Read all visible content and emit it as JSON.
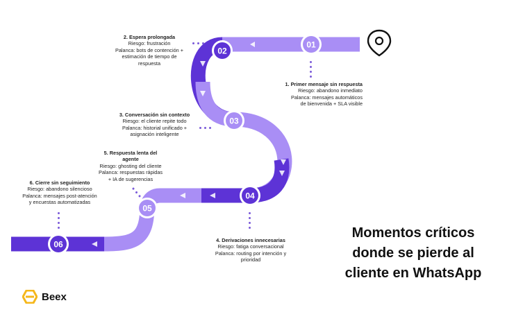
{
  "steps": [
    {
      "number": "01",
      "title": "1. Primer mensaje sin respuesta",
      "lines": [
        "Riesgo: abandono inmediato",
        "Palanca: mensajes automáticos",
        "de bienvenida + SLA visible"
      ]
    },
    {
      "number": "02",
      "title": "2. Espera prolongada",
      "lines": [
        "Riesgo: frustración",
        "Palanca: bots de contención +",
        "estimación de tiempo de",
        "respuesta"
      ]
    },
    {
      "number": "03",
      "title": "3. Conversación sin contexto",
      "lines": [
        "Riesgo: el cliente repite todo",
        "Palanca: historial unificado +",
        "asignación inteligente"
      ]
    },
    {
      "number": "04",
      "title": "4. Derivaciones innecesarias",
      "lines": [
        "Riesgo: fatiga conversacional",
        "Palanca: routing por intención y",
        "prioridad"
      ]
    },
    {
      "number": "05",
      "title": "5. Respuesta lenta del",
      "title2": "agente",
      "lines": [
        "Riesgo: ghosting del cliente",
        "Palanca: respuestas rápidas",
        "+ IA de sugerencias"
      ]
    },
    {
      "number": "06",
      "title": "6. Cierre sin seguimiento",
      "lines": [
        "Riesgo: abandono silencioso",
        "Palanca: mensajes post-atención",
        "y encuestas automatizadas"
      ]
    }
  ],
  "headline": [
    "Momentos críticos",
    "donde se pierde al",
    "cliente en WhatsApp"
  ],
  "brand": {
    "name": "Beex"
  },
  "colors": {
    "light": "#a98ef5",
    "dark": "#5d33d6",
    "dot": "#7a5ad9",
    "text": "#222222"
  },
  "icons": {
    "destination": "map-pin-icon",
    "logo": "hexagon-logo-icon"
  }
}
